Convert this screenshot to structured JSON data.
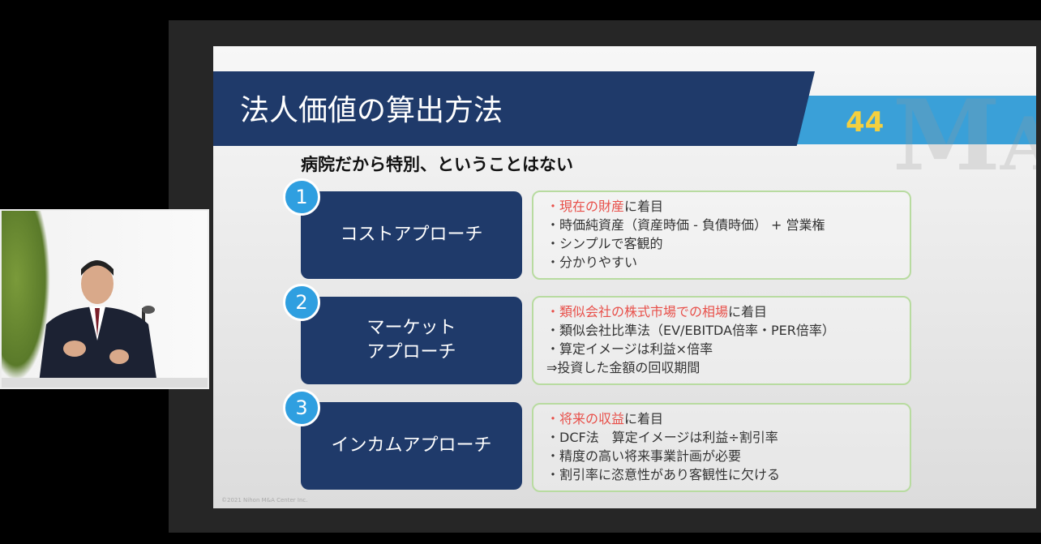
{
  "slide": {
    "title": "法人価値の算出方法",
    "page_number": "44",
    "watermark": "MA",
    "subtitle": "病院だから特別、ということはない",
    "copyright": "©2021 Nihon M&A Center Inc.",
    "approaches": [
      {
        "number": "1",
        "name_lines": [
          "コストアプローチ"
        ],
        "bullets": [
          {
            "highlight": "・現在の財産",
            "rest": "に着目"
          },
          {
            "highlight": "",
            "rest": "・時価純資産（資産時価 - 負債時価） + 営業権"
          },
          {
            "highlight": "",
            "rest": "・シンプルで客観的"
          },
          {
            "highlight": "",
            "rest": "・分かりやすい"
          }
        ]
      },
      {
        "number": "2",
        "name_lines": [
          "マーケット",
          "アプローチ"
        ],
        "bullets": [
          {
            "highlight": "・類似会社の株式市場での相場",
            "rest": "に着目"
          },
          {
            "highlight": "",
            "rest": "・類似会社比準法（EV/EBITDA倍率・PER倍率）"
          },
          {
            "highlight": "",
            "rest": "・算定イメージは利益×倍率"
          },
          {
            "highlight": "",
            "rest": "⇒投資した金額の回収期間"
          }
        ]
      },
      {
        "number": "3",
        "name_lines": [
          "インカムアプローチ"
        ],
        "bullets": [
          {
            "highlight": "・将来の収益",
            "rest": "に着目"
          },
          {
            "highlight": "",
            "rest": "・DCF法　算定イメージは利益÷割引率"
          },
          {
            "highlight": "",
            "rest": "・精度の高い将来事業計画が必要"
          },
          {
            "highlight": "",
            "rest": "・割引率に恣意性があり客観性に欠ける"
          }
        ]
      }
    ]
  },
  "colors": {
    "navy": "#1f3a6a",
    "accent_blue": "#3aa0d8",
    "highlight_red": "#e8504a",
    "page_yellow": "#f4d03f"
  }
}
